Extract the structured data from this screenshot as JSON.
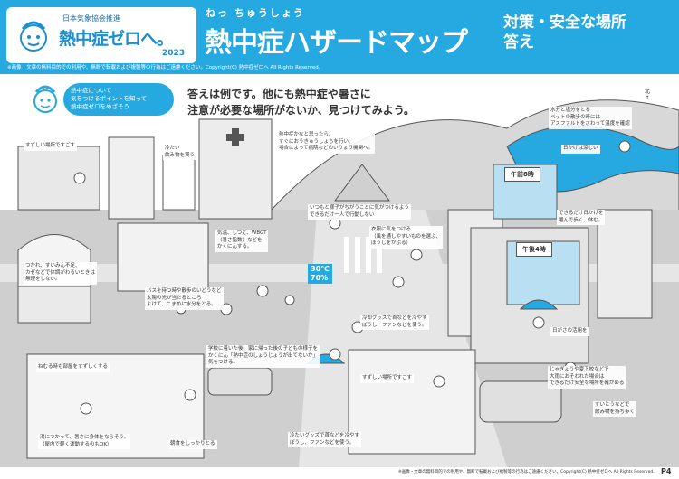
{
  "header": {
    "org": "日本気象協会推進",
    "logo_title": "熱中症ゼロへ。",
    "logo_year": "2023",
    "ruby": "ねっ ちゅうしょう",
    "title": "熱中症ハザードマップ",
    "subtitle_line1": "対策・安全な場所",
    "subtitle_line2": "答え",
    "copyright": "※画像・文章の無料目的での利用や、無断で転載および複製等の行為はご遠慮ください。Copyright(C) 熱中症ゼロへ All Rights Reserved."
  },
  "intro": {
    "line1": "熱中症について",
    "line2": "気をつけるポイントを知って",
    "line3": "熱中症ゼロをめざそう"
  },
  "answer": {
    "line1": "答えは例です。他にも熱中症や暑さに",
    "line2": "注意が必要な場所がないか、見つけてみよう。"
  },
  "labels": {
    "cool_place_1": "すずしい場所ですごす",
    "cold_drink": "冷たい\n飲み物を買う",
    "dizzy": "熱中症かなと思ったら、\nすぐにおうきゅうしょちを行い、\n場合によって病院などのいりょう機関へ。",
    "water_note": "水分と塩分をとる\nペットの散歩の時には\nアスファルトをさわって温度を確認",
    "shade_ok": "日かげは涼しい",
    "morning": "午前8時",
    "afternoon": "午後4時",
    "shade_walk": "できるだけ日かげを\n選んで歩く、休む。",
    "notice_call": "いつもと様子がちがうことに気がつけるよう\nできるだけ一人で行動しない",
    "clothes": "衣服に気をつける\n（風を通しやすいものを選ぶ、\nぼうしをかぶる）",
    "wbgt": "気温、しつど、WBGT\n（暑さ指数）などを\nかくにんする。",
    "temp": "30℃\n70%",
    "tired": "つかれ、すいみん不足、\nカゼなどで体調がわるいときは\n無理をしない。",
    "bus": "バスを待つ時や散歩のいどうなど\n太陽の光が当たるところ\nよけて、こまめに水分をとる。",
    "cooling": "冷却グッズで首などを冷やす\nぼうし、ファンなどを使う。",
    "parasol": "日がさの活用を",
    "neighbor": "学校に着いた後、家に帰った後の子どもの様子を\nかくにん「熱中症のしょうじょうが出てないか」\n気をつける。",
    "sleep": "ねむる時も部屋をすずしくする",
    "bath": "湯につかって、暑さに身体をならそう。\n（屋内で軽く運動するのもOK）",
    "breakfast": "朝食をしっかりとる",
    "cool_place_2": "すずしい場所ですごす",
    "cooling_2": "冷たいグッズで首などを冷やす\nぼうし、ファンなどを使う。",
    "car": "じゃぎょうや夏下校などで\n大雨におそわれた場合は\nできるだけ安全な場所を確かめる",
    "carry_drink": "すいとうなどで\n飲み物を持ち歩く"
  },
  "north": "北",
  "page": "P4",
  "footer": "※画像・文章の無料目的での利用や、無断で転載および複製等の行為はご遠慮ください。Copyright(C) 熱中症ゼロへ All Rights Reserved.",
  "colors": {
    "brand": "#25a9e0",
    "ground": "#cfcfcf",
    "building": "#e8e8e8",
    "outline": "#555555"
  }
}
